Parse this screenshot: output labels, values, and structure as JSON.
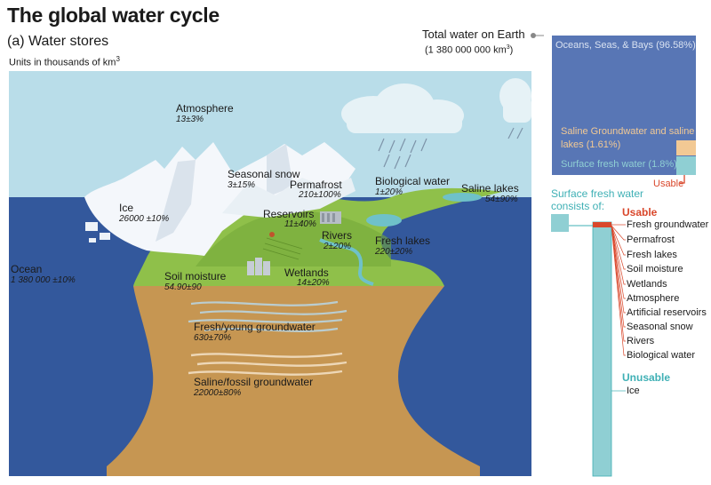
{
  "title": "The global water cycle",
  "subtitle": "(a) Water stores",
  "units": "Units in thousands of km",
  "units_sup": "3",
  "stores": {
    "atmosphere": {
      "label": "Atmosphere",
      "value": "13±3%"
    },
    "ice": {
      "label": "Ice",
      "value": "26000 ±10%"
    },
    "seasonal_snow": {
      "label": "Seasonal snow",
      "value": "3±15%"
    },
    "permafrost": {
      "label": "Permafrost",
      "value": "210±100%"
    },
    "biological_water": {
      "label": "Biological water",
      "value": "1±20%"
    },
    "saline_lakes": {
      "label": "Saline lakes",
      "value": "54±90%"
    },
    "reservoirs": {
      "label": "Reservoirs",
      "value": "11±40%"
    },
    "rivers": {
      "label": "Rivers",
      "value": "2±20%"
    },
    "fresh_lakes": {
      "label": "Fresh lakes",
      "value": "220±20%"
    },
    "ocean": {
      "label": "Ocean",
      "value": "1 380 000 ±10%"
    },
    "soil_moisture": {
      "label": "Soil moisture",
      "value": "54.90±90"
    },
    "wetlands": {
      "label": "Wetlands",
      "value": "14±20%"
    },
    "fresh_groundwater": {
      "label": "Fresh/young groundwater",
      "value": "630±70%"
    },
    "saline_groundwater": {
      "label": "Saline/fossil groundwater",
      "value": "22000±80%"
    }
  },
  "total": {
    "title": "Total water on Earth",
    "value": "(1 380 000 000 km",
    "value_sup": "3",
    "value_suffix": ")",
    "oceans_label": "Oceans, Seas, & Bays (96.58%)",
    "saline_label_line1": "Saline Groundwater and saline",
    "saline_label_line2": "lakes (1.61%)",
    "surface_label": "Surface fresh water (1.8%)",
    "usable_label": "Usable"
  },
  "breakdown": {
    "heading_line1": "Surface fresh water",
    "heading_line2": "consists of:",
    "usable_heading": "Usable",
    "usable_items": [
      "Fresh groundwater",
      "Permafrost",
      "Fresh lakes",
      "Soil moisture",
      "Wetlands",
      "Atmosphere",
      "Artificial reservoirs",
      "Seasonal snow",
      "Rivers",
      "Biological water"
    ],
    "unusable_heading": "Unusable",
    "unusable_items": [
      "Ice"
    ]
  },
  "colors": {
    "sky": "#b9dde9",
    "ocean": "#33589c",
    "ground": "#c69652",
    "grass": "#8fc04a",
    "ocean_box": "#5876b5",
    "saline_box": "#f2c994",
    "fresh_box": "#8fcfd3",
    "usable_red": "#d9472b",
    "unusable_teal": "#3fb0b5"
  }
}
